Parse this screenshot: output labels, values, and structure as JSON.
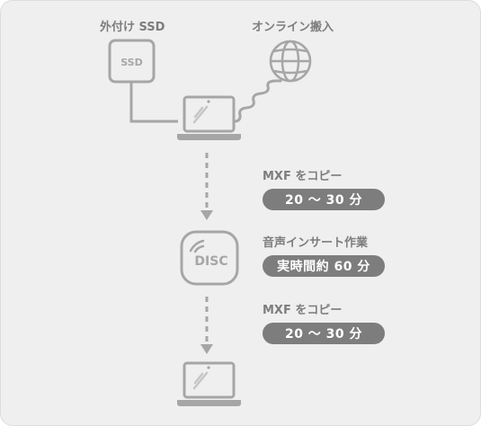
{
  "sources": {
    "ssd_label": "外付け SSD",
    "ssd_device_text": "SSD",
    "online_label": "オンライン搬入"
  },
  "step1": {
    "label": "MXF をコピー",
    "duration": "20 ～ 30 分"
  },
  "step2": {
    "label": "音声インサート作業",
    "duration": "実時間約 60 分",
    "disc_text": "DISC"
  },
  "step3": {
    "label": "MXF をコピー",
    "duration": "20 ～ 30 分"
  },
  "colors": {
    "icon": "#a6a6a6",
    "label": "#7d7d7d",
    "pill": "#7d7d7d",
    "background": "#efefef"
  }
}
